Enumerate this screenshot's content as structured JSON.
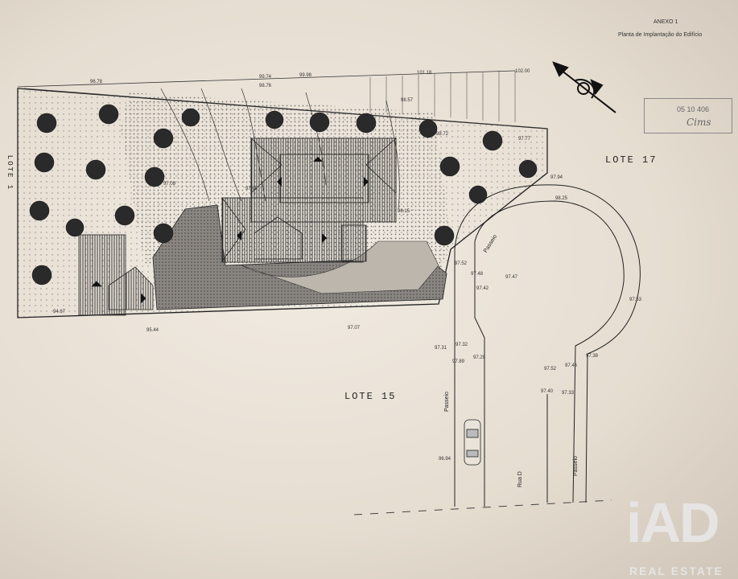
{
  "header": {
    "annex": "ANEXO 1",
    "subtitle": "Planta de Implantação do Edifício"
  },
  "stamp": {
    "date": "05 10 406",
    "signature": "Cims"
  },
  "lots": {
    "right": "LOTE 17",
    "bottom": "LOTE 15",
    "left": "LOTE 1"
  },
  "labels": {
    "passeio_curve": "Passeio",
    "passeio_left": "Passeio",
    "passeio_right": "Passeio",
    "street": "Rua D"
  },
  "levels": [
    "96.78",
    "99.74",
    "99.98",
    "101.18",
    "102.00",
    "98.76",
    "98.57",
    "97.09",
    "98.72",
    "97.77",
    "97.98",
    "98.15",
    "97.94",
    "98.25",
    "94.67",
    "95.44",
    "97.07",
    "97.52",
    "97.48",
    "97.47",
    "97.42",
    "97.31",
    "97.32",
    "97.29",
    "97.89",
    "96.94",
    "97.52",
    "97.46",
    "97.38",
    "97.33",
    "97.40",
    "97.53"
  ],
  "brand": {
    "logo": "iAD",
    "tagline": "REAL ESTATE"
  }
}
